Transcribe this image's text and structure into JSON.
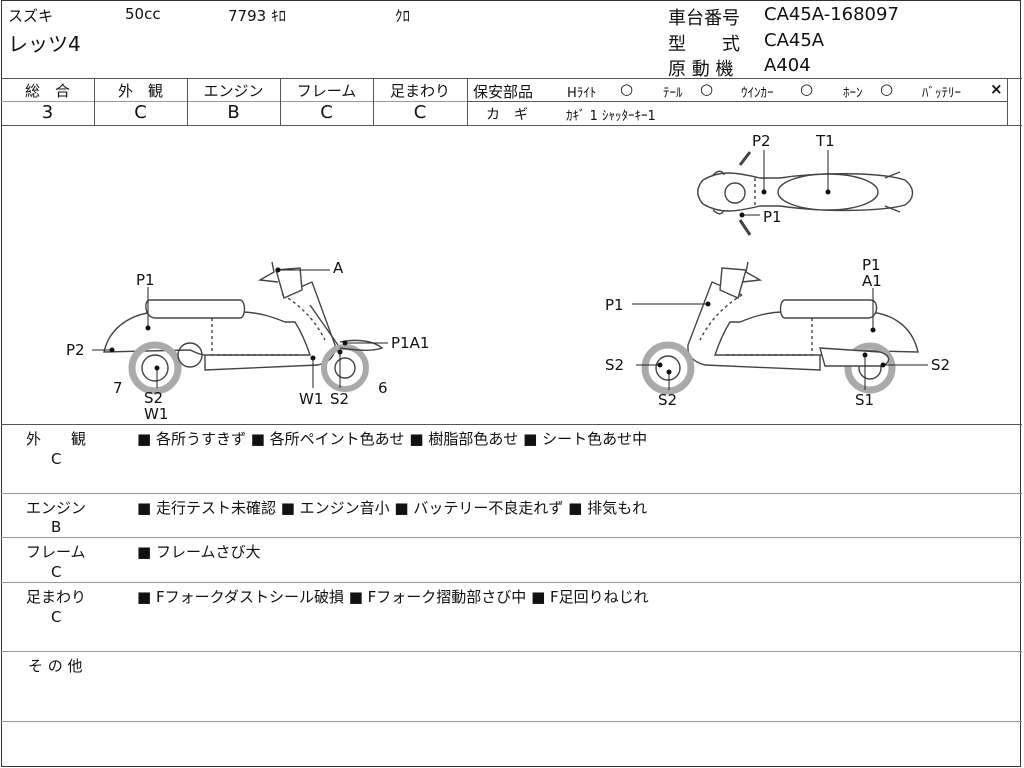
{
  "header": {
    "maker": "スズキ",
    "displacement": "50cc",
    "mileage": "7793 ｷﾛ",
    "color": "ｸﾛ",
    "model": "レッツ4",
    "frame_no_label": "車台番号",
    "frame_no": "CA45A-168097",
    "type_label": "型　　式",
    "type": "CA45A",
    "engine_label": "原 動 機",
    "engine": "A404"
  },
  "grades": [
    {
      "label": "総　合",
      "value": "3"
    },
    {
      "label": "外　観",
      "value": "C"
    },
    {
      "label": "エンジン",
      "value": "B"
    },
    {
      "label": "フレーム",
      "value": "C"
    },
    {
      "label": "足まわり",
      "value": "C"
    }
  ],
  "safety": {
    "label": "保安部品",
    "items": [
      {
        "name": "Hﾗｲﾄ",
        "mark": "○"
      },
      {
        "name": "ﾃｰﾙ",
        "mark": "○"
      },
      {
        "name": "ｳｲﾝｶｰ",
        "mark": "○"
      },
      {
        "name": "ﾎｰﾝ",
        "mark": "○"
      },
      {
        "name": "ﾊﾞｯﾃﾘｰ",
        "mark": "×"
      }
    ],
    "key_label": "カ　ギ",
    "key_value": "ｶｷﾞ 1  ｼｬｯﾀｰｷｰ1"
  },
  "diagram_labels": {
    "left_P1": "P1",
    "left_A": "A",
    "left_P2": "P2",
    "left_P1A1": "P1A1",
    "left_7": "7",
    "left_S2": "S2",
    "left_W1": "W1",
    "left_W1b": "W1",
    "left_S2b": "S2",
    "left_6": "6",
    "top_P2": "P2",
    "top_T1": "T1",
    "top_P1": "P1",
    "right_P1": "P1",
    "right_P1b": "P1",
    "right_A1": "A1",
    "right_S2a": "S2",
    "right_S2b": "S2",
    "right_S2c": "S2",
    "right_S1": "S1"
  },
  "notes": [
    {
      "label": "外　　観",
      "grade": "C",
      "text": "■ 各所うすきず ■ 各所ペイント色あせ ■ 樹脂部色あせ ■ シート色あせ中"
    },
    {
      "label": "エンジン",
      "grade": "B",
      "text": "■ 走行テスト未確認 ■ エンジン音小 ■ バッテリー不良走れず ■ 排気もれ"
    },
    {
      "label": "フレーム",
      "grade": "C",
      "text": "■ フレームさび大"
    },
    {
      "label": "足まわり",
      "grade": "C",
      "text": "■ Fフォークダストシール破損 ■ Fフォーク摺動部さび中 ■ F足回りねじれ"
    },
    {
      "label": "そ の 他",
      "grade": "",
      "text": ""
    }
  ]
}
